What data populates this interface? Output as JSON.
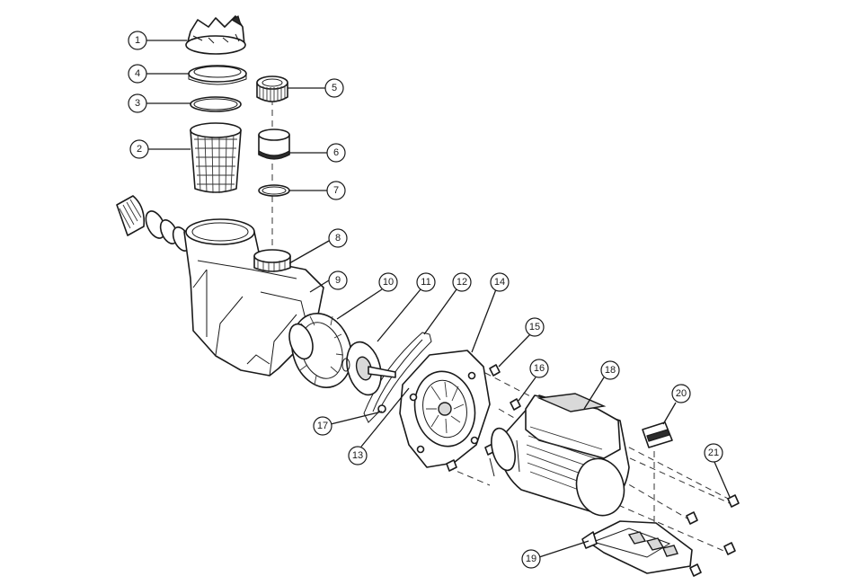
{
  "callouts": [
    {
      "id": "1",
      "label": "1"
    },
    {
      "id": "2",
      "label": "2"
    },
    {
      "id": "3",
      "label": "3"
    },
    {
      "id": "4",
      "label": "4"
    },
    {
      "id": "5",
      "label": "5"
    },
    {
      "id": "6",
      "label": "6"
    },
    {
      "id": "7",
      "label": "7"
    },
    {
      "id": "8",
      "label": "8"
    },
    {
      "id": "9",
      "label": "9"
    },
    {
      "id": "10",
      "label": "10"
    },
    {
      "id": "11",
      "label": "11"
    },
    {
      "id": "12",
      "label": "12"
    },
    {
      "id": "13",
      "label": "13"
    },
    {
      "id": "14",
      "label": "14"
    },
    {
      "id": "15",
      "label": "15"
    },
    {
      "id": "16",
      "label": "16"
    },
    {
      "id": "17",
      "label": "17"
    },
    {
      "id": "18",
      "label": "18"
    },
    {
      "id": "19",
      "label": "19"
    },
    {
      "id": "20",
      "label": "20"
    },
    {
      "id": "21",
      "label": "21"
    }
  ],
  "colors": {
    "line": "#1a1a1a",
    "background": "#ffffff"
  }
}
